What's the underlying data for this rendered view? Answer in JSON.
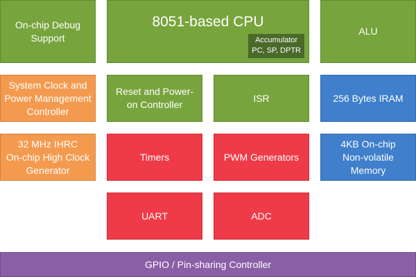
{
  "diagram": {
    "blocks": {
      "debug": "On-chip Debug\nSupport",
      "cpu": "8051-based CPU",
      "cpu_registers": "Accumulator\nPC, SP, DPTR",
      "alu": "ALU",
      "sysclk": "System Clock and\nPower Management\nController",
      "reset": "Reset and Power-\non Controller",
      "isr": "ISR",
      "iram": "256 Bytes IRAM",
      "ihrc": "32 MHz IHRC\nOn-chip High Clock\nGenerator",
      "timers": "Timers",
      "pwm": "PWM Generators",
      "nvm": "4KB On-chip\nNon-volatile\nMemory",
      "uart": "UART",
      "adc": "ADC",
      "gpio": "GPIO / Pin-sharing Controller"
    },
    "colors": {
      "green": "#77a43d",
      "orange": "#f49a4f",
      "red": "#ef3b48",
      "blue": "#3f7fcb",
      "purple": "#8a5fa6",
      "register_box": "#4a6a2a"
    }
  }
}
